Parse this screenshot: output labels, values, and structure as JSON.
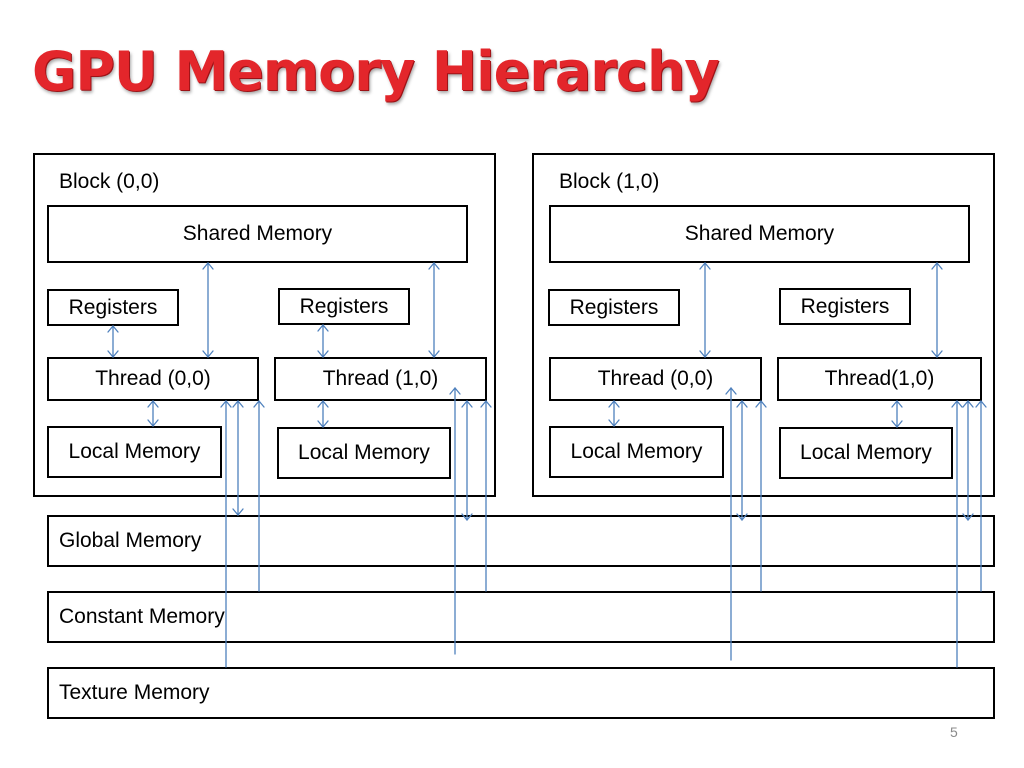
{
  "title": "GPU Memory Hierarchy",
  "blocks": [
    {
      "label": "Block (0,0)",
      "shared": "Shared Memory",
      "registers": [
        "Registers",
        "Registers"
      ],
      "threads": [
        "Thread (0,0)",
        "Thread (1,0)"
      ],
      "local": [
        "Local Memory",
        "Local Memory"
      ]
    },
    {
      "label": "Block (1,0)",
      "shared": "Shared Memory",
      "registers": [
        "Registers",
        "Registers"
      ],
      "threads": [
        "Thread (0,0)",
        "Thread(1,0)"
      ],
      "local": [
        "Local Memory",
        "Local Memory"
      ]
    }
  ],
  "memories": {
    "global": "Global Memory",
    "constant": "Constant Memory",
    "texture": "Texture Memory"
  },
  "page_number": "5",
  "colors": {
    "title": "#e3262b",
    "arrow": "#4f81bd"
  }
}
